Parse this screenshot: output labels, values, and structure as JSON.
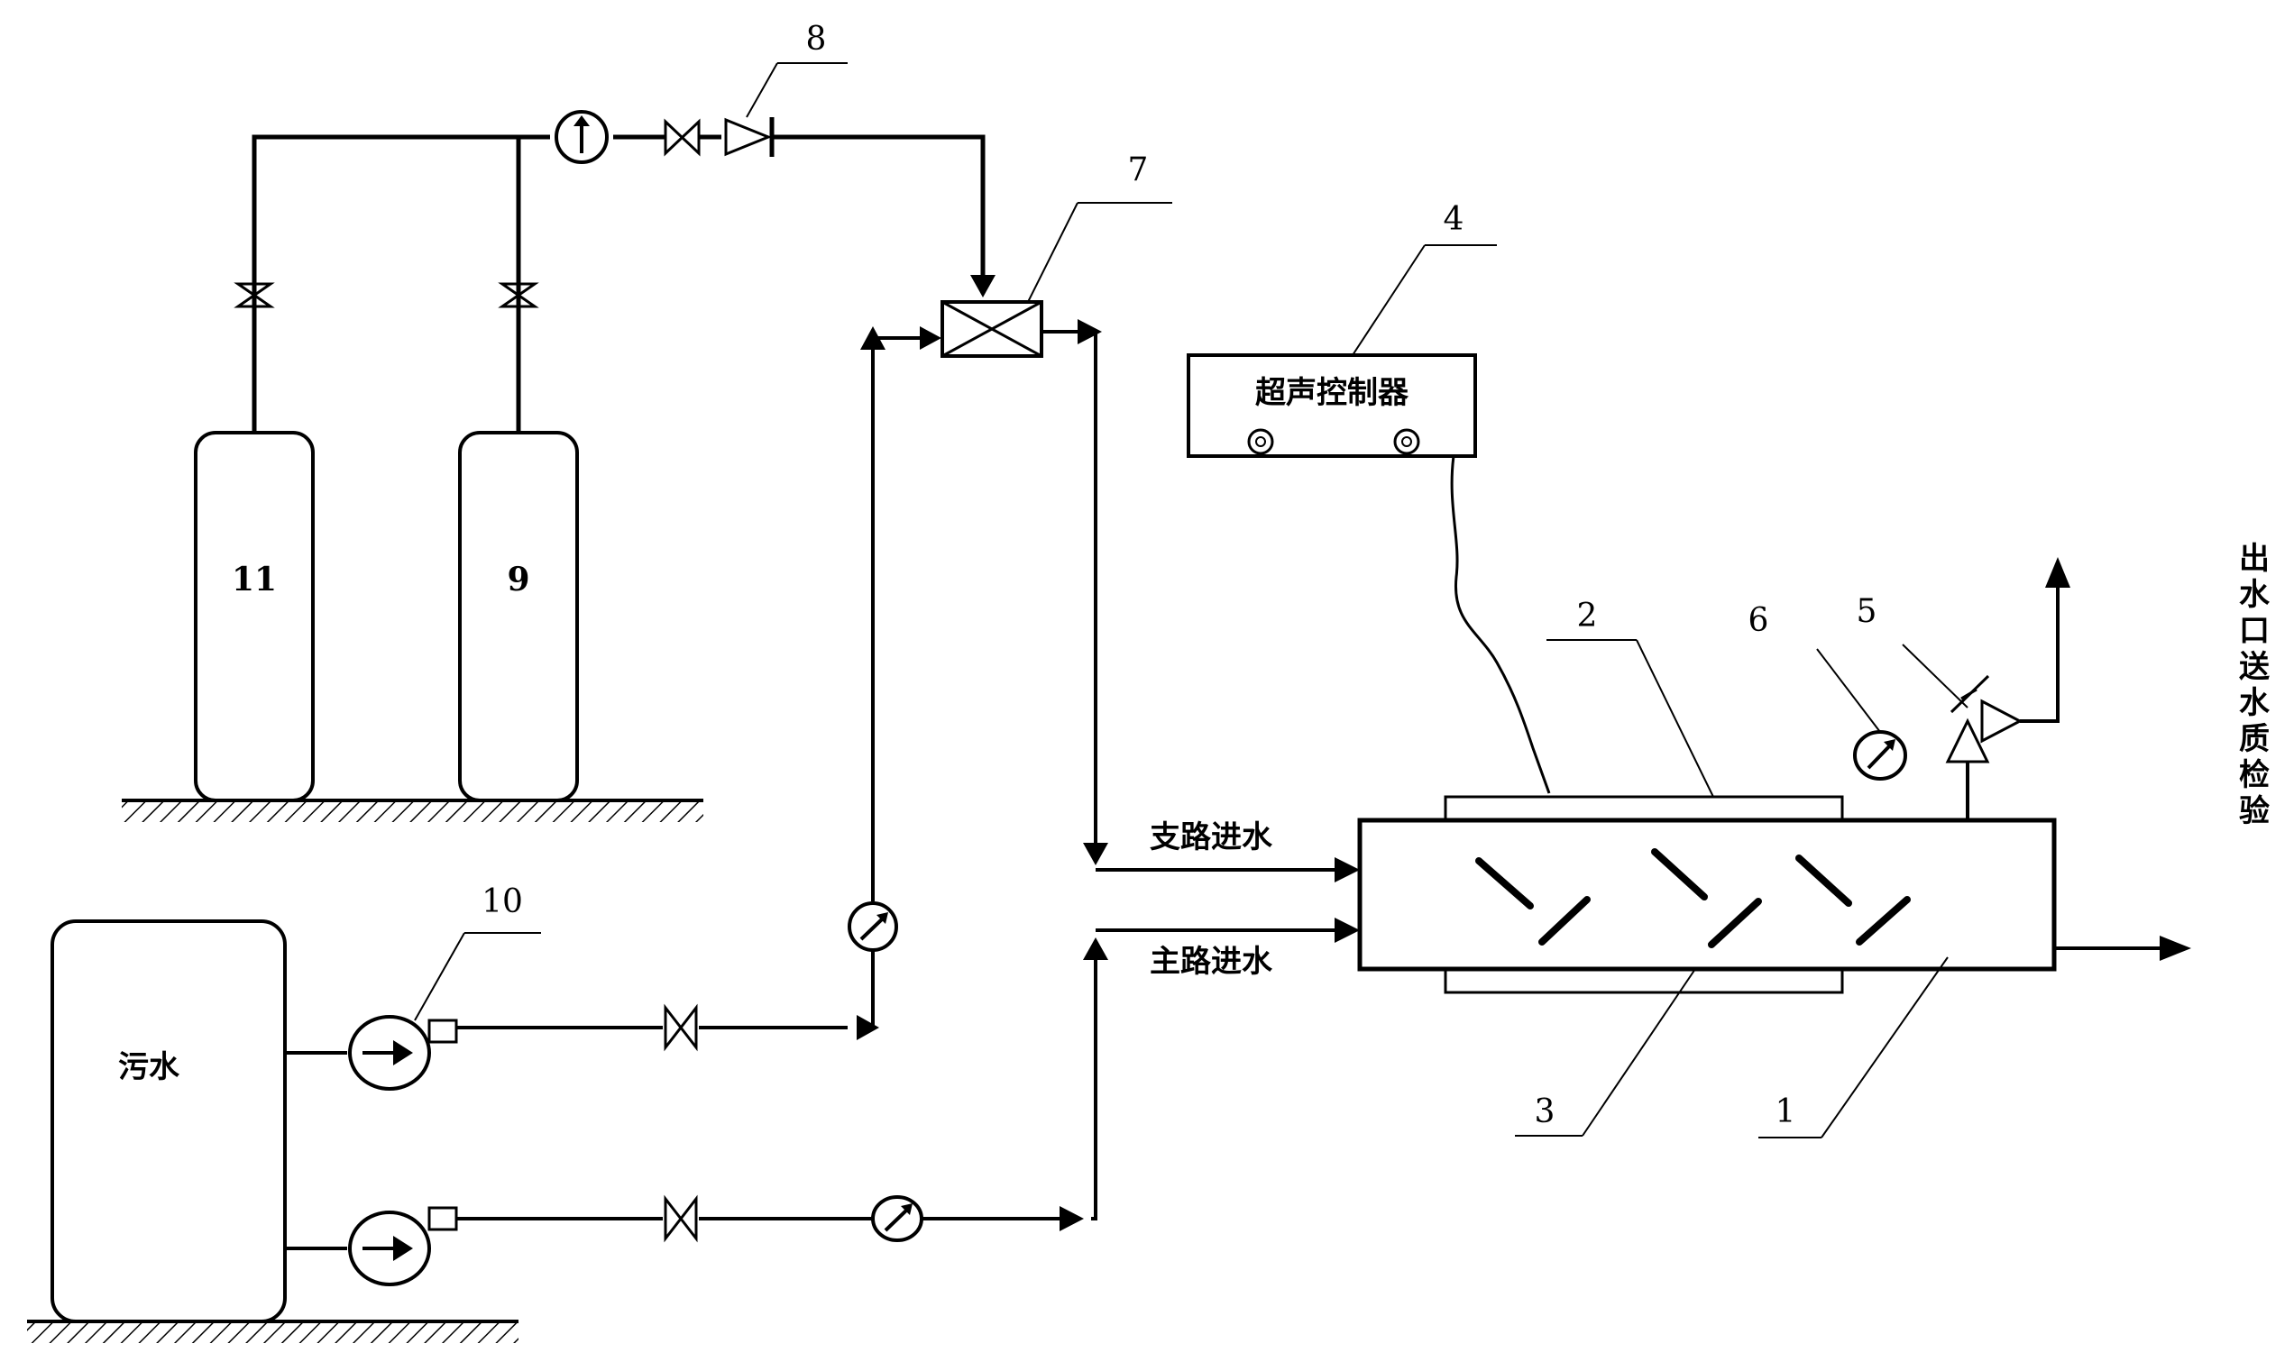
{
  "labels": {
    "n1": "1",
    "n2": "2",
    "n3": "3",
    "n4": "4",
    "n5": "5",
    "n6": "6",
    "n7": "7",
    "n8": "8",
    "n9": "9",
    "n10": "10",
    "n11": "11"
  },
  "texts": {
    "controller": "超声控制器",
    "sewage": "污水",
    "branch_inlet": "支路进水",
    "main_inlet": "主路进水",
    "outlet": "出水口送水质检验"
  },
  "icons": [
    "gas-cylinder-icon",
    "valve-icon",
    "check-valve-icon",
    "pump-icon",
    "flow-meter-icon",
    "pressure-gauge-icon",
    "mixer-icon",
    "safety-valve-icon",
    "knob-icon",
    "ground-hatch-icon"
  ]
}
